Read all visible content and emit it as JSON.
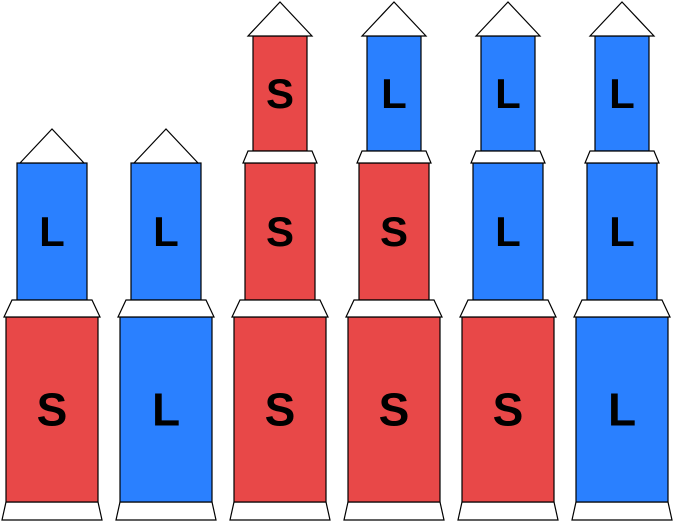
{
  "colors": {
    "S": "#e84848",
    "L": "#2a80ff",
    "outline": "#000000",
    "connector": "#ffffff",
    "label": "#000000"
  },
  "rockets": [
    {
      "stages": [
        "S",
        "L"
      ]
    },
    {
      "stages": [
        "L",
        "L"
      ]
    },
    {
      "stages": [
        "S",
        "S",
        "S"
      ]
    },
    {
      "stages": [
        "S",
        "S",
        "L"
      ]
    },
    {
      "stages": [
        "S",
        "L",
        "L"
      ]
    },
    {
      "stages": [
        "L",
        "L",
        "L"
      ]
    }
  ]
}
